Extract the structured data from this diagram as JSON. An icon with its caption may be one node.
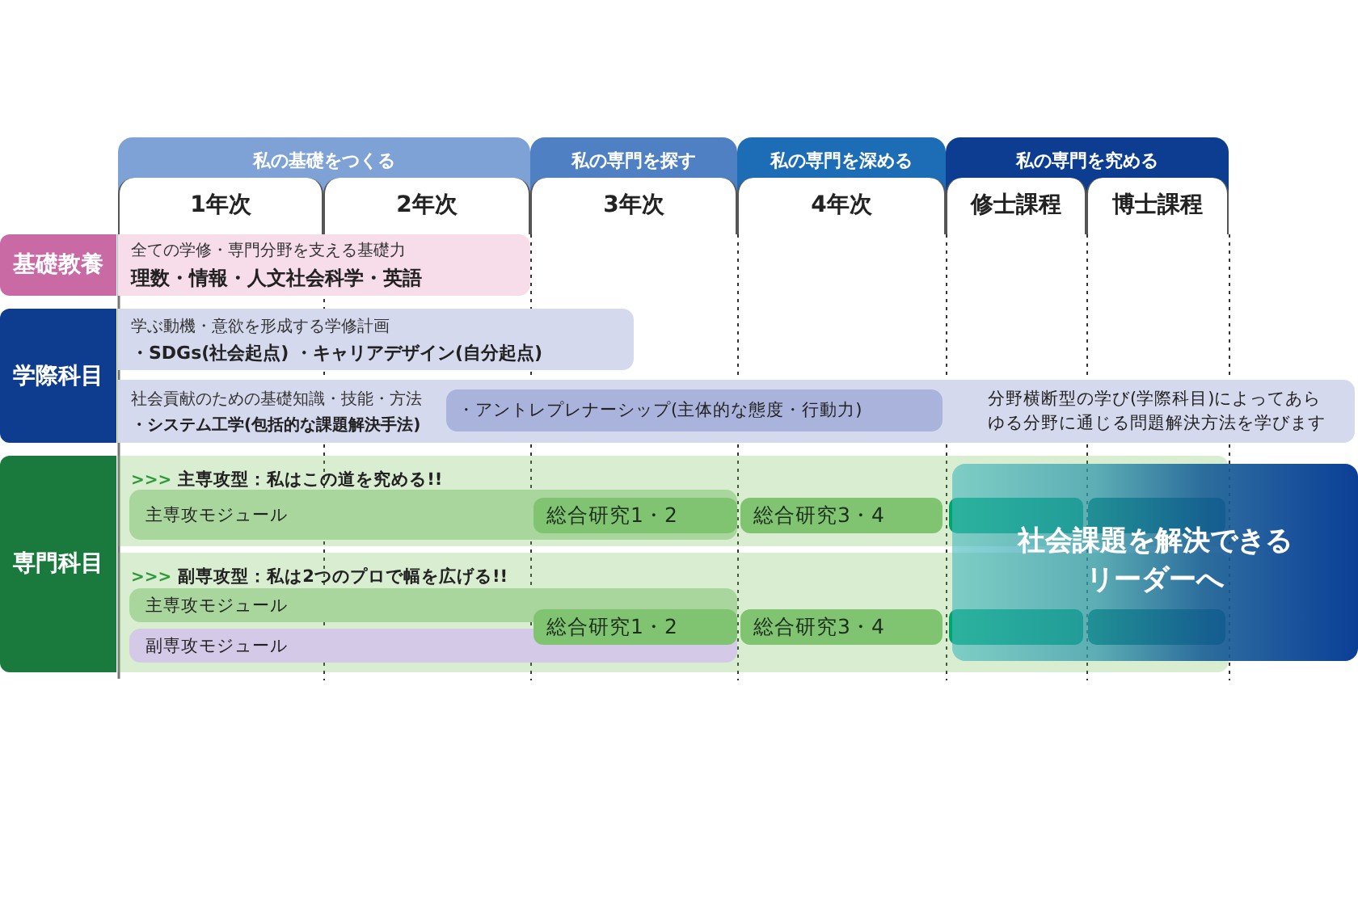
{
  "diagram": {
    "nodes": [
      {
        "text": [
          "私の基礎をつくる"
        ]
      },
      {
        "text": [
          "1年次"
        ],
        "in": 0
      },
      {
        "text": [
          "2年次"
        ],
        "in": 0
      },
      {
        "text": [
          "私の専門を探す"
        ]
      },
      {
        "text": [
          "3年次"
        ],
        "in": 3
      },
      {
        "text": [
          "私の専門を深める"
        ]
      },
      {
        "text": [
          "4年次"
        ],
        "in": 5
      },
      {
        "text": [
          "私の専門を究める"
        ]
      },
      {
        "text": [
          "修士課程"
        ],
        "in": 7
      },
      {
        "text": [
          "博士課程"
        ],
        "in": 7
      },
      {
        "text": [
          "基礎教養"
        ]
      },
      {
        "text": [
          "全ての学修・専門分野を支える基礎力",
          "理数・情報・人文社会科学・英語"
        ]
      },
      {
        "text": [
          "学際科目"
        ]
      },
      {
        "text": [
          "学ぶ動機・意欲を形成する学修計画",
          "・SDGs(社会起点) ・キャリアデザイン(自分起点)"
        ]
      },
      {
        "text": [
          "社会貢献のための基礎知識・技能・方法",
          "・システム工学(包括的な課題解決手法)",
          "分野横断型の学び(学際科目)によってあらゆる分野に通じる問題解決方法を学びます"
        ]
      },
      {
        "text": [
          "・アントレプレナーシップ(主体的な態度・行動力)"
        ],
        "in": 14
      },
      {
        "text": [
          "専門科目"
        ]
      },
      {
        "text": [
          ">>>",
          "主専攻型：私はこの道を究める!!"
        ]
      },
      {
        "text": [
          "主専攻モジュール"
        ],
        "in": 17
      },
      {
        "text": [
          "総合研究1・2"
        ],
        "in": 18
      },
      {
        "text": [
          "総合研究3・4"
        ],
        "in": 17
      },
      {
        "text": [],
        "shape": "box"
      },
      {
        "text": [],
        "shape": "box"
      },
      {
        "text": [
          ">>>",
          "副専攻型：私は2つのプロで幅を広げる!!"
        ]
      },
      {
        "text": [
          "主専攻モジュール"
        ],
        "in": 23
      },
      {
        "text": [
          "副専攻モジュール"
        ],
        "in": 23
      },
      {
        "text": [
          "総合研究1・2"
        ],
        "in": 23
      },
      {
        "text": [
          "総合研究3・4"
        ],
        "in": 23
      },
      {
        "text": [],
        "shape": "box"
      },
      {
        "text": [],
        "shape": "box"
      },
      {
        "text": [
          "社会課題を解決できるリーダーへ"
        ]
      }
    ]
  }
}
